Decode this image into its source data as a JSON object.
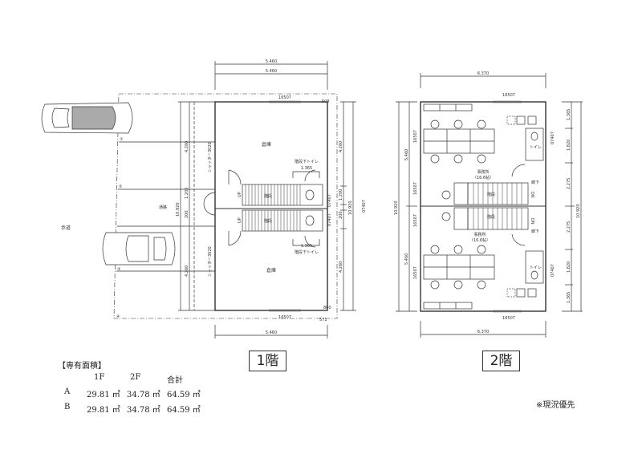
{
  "floor1": {
    "label": "1階",
    "dims_top": [
      "5.460",
      "5.460"
    ],
    "dim_bottom": "5.460",
    "window_code_top": "16507",
    "window_code_bottom": "16507",
    "small_dims": [
      "508",
      "571",
      "800",
      "571"
    ],
    "room_top": "倉庫",
    "room_bottom": "倉庫",
    "toilet_top": "階段下トイレ",
    "toilet_top_dim": "1.365",
    "toilet_bottom": "階段下トイレ",
    "toilet_bottom_dim": "1.365",
    "stairs_label": "階段",
    "up_label": "UP",
    "door_codes": [
      "07407",
      "07407"
    ],
    "right_dims": [
      "4.260",
      "1.200",
      "200",
      "4.260"
    ],
    "right_total": "10.920",
    "right_code": "07407",
    "left_dims": [
      "4.260",
      "1.200",
      "200",
      "4.260"
    ],
    "left_total": "10.920",
    "shutter_top": "シャッター3020",
    "shutter_bottom": "シャッター3020",
    "sidewalk": "歩道",
    "passage": "通路",
    "parking_markers": [
      "①",
      "②",
      "③",
      "④"
    ]
  },
  "floor2": {
    "label": "2階",
    "dim_top": "6.370",
    "dim_bottom": "6.370",
    "window_code_top": "16507",
    "window_code_bottom": "16507",
    "left_window_codes": [
      "16507",
      "16507",
      "16507",
      "16507"
    ],
    "office_top": "事務所",
    "office_top_size": "（16.6帖）",
    "office_bottom": "事務所",
    "office_bottom_size": "（16.6帖）",
    "corridor": "廊下",
    "toilet": "トイレ",
    "stairs_label": "階段",
    "dn_label": "DN",
    "door_codes": [
      "07407",
      "07407"
    ],
    "left_dims": [
      "5.460",
      "5.460"
    ],
    "left_total": "10.920",
    "right_dims": [
      "1.365",
      "1.820",
      "2.275",
      "2.275",
      "1.820",
      "1.365"
    ],
    "right_total": "10.920"
  },
  "area_table": {
    "title": "【専有面積】",
    "headers": [
      "1F",
      "2F",
      "合計"
    ],
    "rows": [
      {
        "unit": "A",
        "f1": "29.81 ㎡",
        "f2": "34.78 ㎡",
        "total": "64.59 ㎡"
      },
      {
        "unit": "B",
        "f1": "29.81 ㎡",
        "f2": "34.78 ㎡",
        "total": "64.59 ㎡"
      }
    ]
  },
  "note": "※現況優先"
}
